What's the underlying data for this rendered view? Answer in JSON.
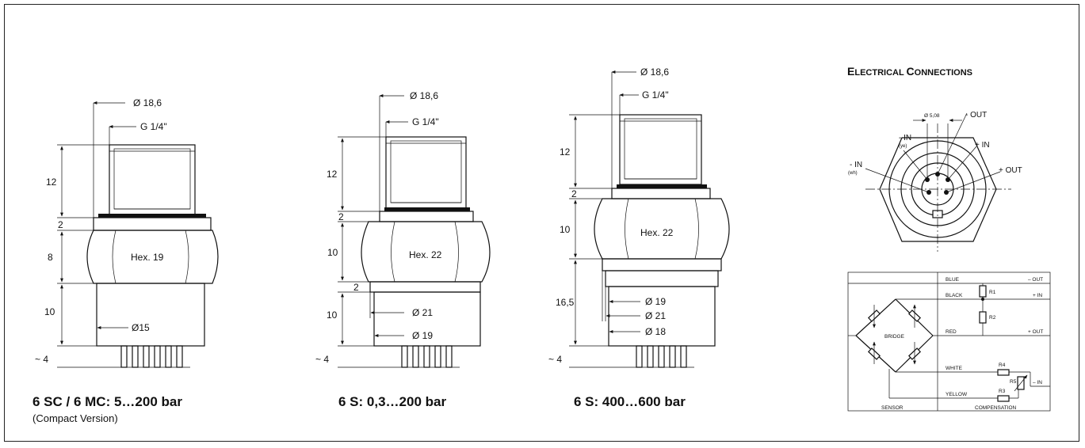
{
  "sensor_a": {
    "dim_dia": "Ø 18,6",
    "dim_thread": "G 1/4\"",
    "dim_12": "12",
    "dim_2": "2",
    "dim_8": "8",
    "hex": "Hex. 19",
    "dim_10": "10",
    "dim_body": "Ø15",
    "dim_pin": "~ 4",
    "caption": "6 SC / 6 MC: 5…200 bar",
    "subcaption": "(Compact Version)"
  },
  "sensor_b": {
    "dim_dia": "Ø 18,6",
    "dim_thread": "G 1/4\"",
    "dim_12": "12",
    "dim_2a": "2",
    "dim_10a": "10",
    "hex": "Hex. 22",
    "dim_2b": "2",
    "dim_10b": "10",
    "dim_21": "Ø 21",
    "dim_19": "Ø 19",
    "dim_pin": "~ 4",
    "caption": "6 S: 0,3…200 bar"
  },
  "sensor_c": {
    "dim_dia": "Ø 18,6",
    "dim_thread": "G 1/4\"",
    "dim_12": "12",
    "dim_2": "2",
    "dim_10": "10",
    "hex": "Hex. 22",
    "dim_165": "16,5",
    "dim_19": "Ø 19",
    "dim_21": "Ø 21",
    "dim_18": "Ø 18",
    "dim_pin": "~ 4",
    "caption": "6 S: 400…600 bar"
  },
  "electrical": {
    "title_first": "E",
    "title_rest1": "LECTRICAL ",
    "title_second": "C",
    "title_rest2": "ONNECTIONS",
    "pin_spacing": "Ø 5,08",
    "out_minus": "- OUT",
    "in_plus": "+ IN",
    "out_plus": "+ OUT",
    "in_minus_ye": "- IN",
    "ye": "(ye)",
    "in_minus_wh": "- IN",
    "wh": "(wh)"
  },
  "schematic": {
    "blue": "BLUE",
    "black": "BLACK",
    "red": "RED",
    "white": "WHITE",
    "yellow": "YELLOW",
    "r1": "R1",
    "r2": "R2",
    "r3": "R3",
    "r4": "R4",
    "r5": "R5",
    "bridge": "BRIDGE",
    "sensor": "SENSOR",
    "compensation": "COMPENSATION",
    "minus_out": "– OUT",
    "plus_in": "+ IN",
    "plus_out": "+ OUT",
    "minus_in": "– IN"
  }
}
